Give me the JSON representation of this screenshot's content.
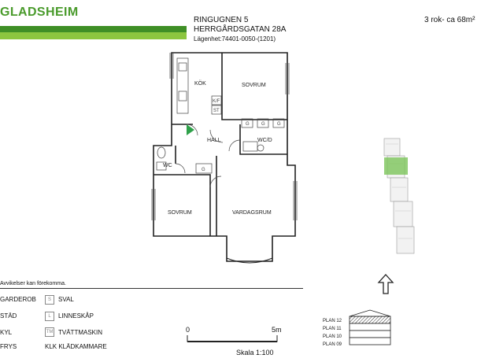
{
  "brand": {
    "name": "GLADSHEIM",
    "colors": {
      "dark": "#3f8f26",
      "light": "#8cc63f"
    }
  },
  "header": {
    "property": "RINGUGNEN 5",
    "street": "HERRGÅRDSGATAN 28A",
    "apartment": "Lägenhet:74401-0050-(1201)",
    "size": "3 rok- ca 68m²"
  },
  "plan": {
    "rooms": {
      "kitchen": "KÖK",
      "bedroom_top": "SOVRUM",
      "hall": "HALL",
      "wc_d": "WC/D",
      "wc": "WC",
      "bedroom_bottom": "SOVRUM",
      "living": "VARDAGSRUM"
    },
    "fixtures": {
      "kf": "K/F",
      "st": "ST",
      "g": "G"
    }
  },
  "note": "Avvikelser kan förekomma.",
  "legend": {
    "left": [
      "GARDEROB",
      "STÄD",
      "KYL",
      "FRYS"
    ],
    "mid": [
      {
        "code": "S",
        "label": "SVAL"
      },
      {
        "code": "L",
        "label": "LINNESKÅP"
      },
      {
        "code": "TM",
        "label": "TVÄTTMASKIN"
      },
      {
        "code": "",
        "label": "KLK KLÄDKAMMARE"
      }
    ]
  },
  "scale": {
    "start": "0",
    "end": "5m",
    "label": "Skala 1:100"
  },
  "floors": [
    "PLAN 12",
    "PLAN 11",
    "PLAN 10",
    "PLAN 09"
  ]
}
